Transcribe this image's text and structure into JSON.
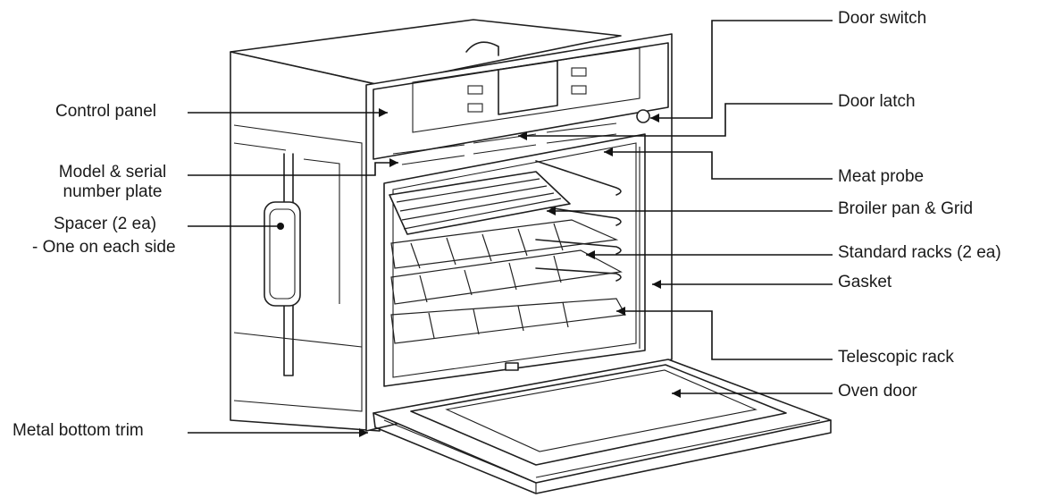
{
  "labels": {
    "door_switch": "Door switch",
    "door_latch": "Door latch",
    "meat_probe": "Meat probe",
    "broiler_pan_grid": "Broiler pan & Grid",
    "standard_racks": "Standard racks (2 ea)",
    "gasket": "Gasket",
    "telescopic_rack": "Telescopic rack",
    "oven_door": "Oven door",
    "control_panel": "Control panel",
    "model_serial": "Model & serial\nnumber plate",
    "spacer": "Spacer (2 ea)",
    "spacer_note": "- One on each side",
    "metal_bottom_trim": "Metal bottom trim"
  }
}
